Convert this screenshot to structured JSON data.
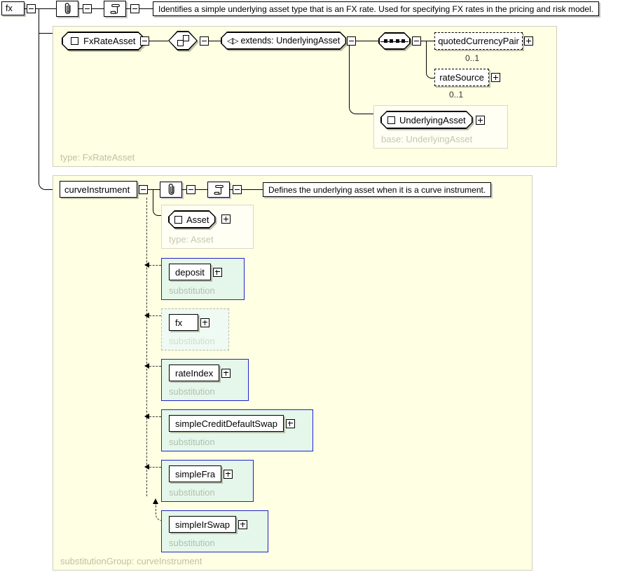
{
  "root": {
    "name": "fx"
  },
  "annotation": {
    "doc": "Identifies a simple underlying asset type that is an FX rate. Used for specifying FX rates in the pricing and risk model."
  },
  "fx_type_panel": {
    "footer_label": "type: FxRateAsset",
    "type_name": "FxRateAsset",
    "derivation": "extends: UnderlyingAsset",
    "elements": [
      {
        "name": "quotedCurrencyPair",
        "occurrence": "0..1"
      },
      {
        "name": "rateSource",
        "occurrence": "0..1"
      }
    ],
    "base": {
      "name": "UnderlyingAsset",
      "footer_label": "base: UnderlyingAsset"
    }
  },
  "curve_panel": {
    "footer_label": "substitutionGroup: curveInstrument",
    "head_element": "curveInstrument",
    "doc": "Defines the underlying asset when it is a curve instrument.",
    "type_box": {
      "name": "Asset",
      "footer_label": "type: Asset"
    },
    "substitutions": [
      {
        "name": "deposit",
        "caption": "substitution"
      },
      {
        "name": "fx",
        "caption": "substitution"
      },
      {
        "name": "rateIndex",
        "caption": "substitution"
      },
      {
        "name": "simpleCreditDefaultSwap",
        "caption": "substitution"
      },
      {
        "name": "simpleFra",
        "caption": "substitution"
      },
      {
        "name": "simpleIrSwap",
        "caption": "substitution"
      }
    ]
  },
  "icons": {
    "annotation": "paperclip-icon",
    "documentation": "scroll-icon",
    "complex_type": "square-icon",
    "derivation": "overlapping-squares-icon",
    "extension": "triangles-icon",
    "sequence": "dotted-line-icon",
    "expand": "plus-icon",
    "collapse": "minus-icon"
  },
  "colors": {
    "panel_bg": "#ffffe3",
    "type_box_bg": "#fffff4",
    "substitution_bg": "#e4f7ea",
    "substitution_border": "#2121cd",
    "label_gray": "#c0c0a6"
  }
}
